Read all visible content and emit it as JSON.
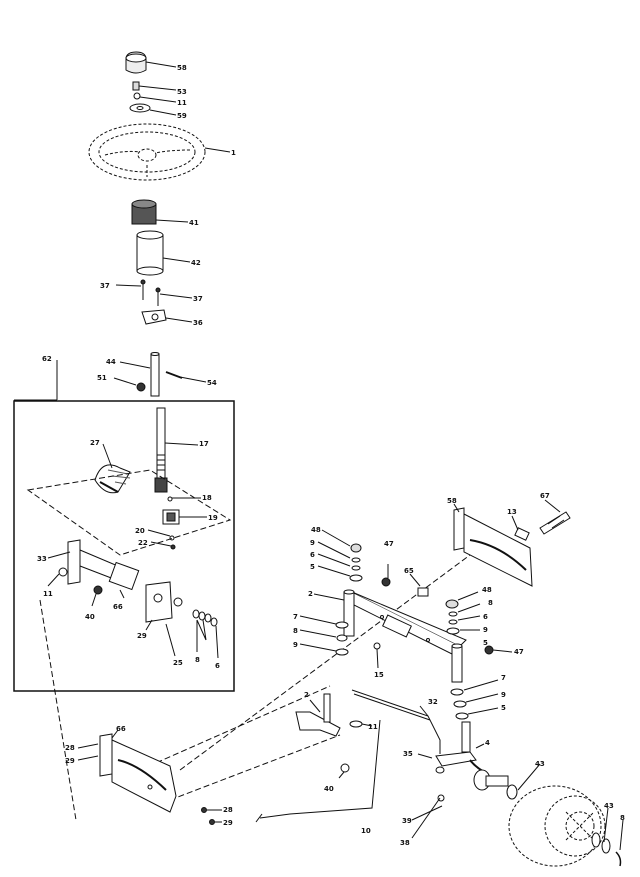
{
  "diagram": {
    "callouts": [
      {
        "id": "c-58-cap",
        "text": "58"
      },
      {
        "id": "c-53",
        "text": "53"
      },
      {
        "id": "c-11-top",
        "text": "11"
      },
      {
        "id": "c-59",
        "text": "59"
      },
      {
        "id": "c-1",
        "text": "1"
      },
      {
        "id": "c-41",
        "text": "41"
      },
      {
        "id": "c-42",
        "text": "42"
      },
      {
        "id": "c-37-left",
        "text": "37"
      },
      {
        "id": "c-37-right",
        "text": "37"
      },
      {
        "id": "c-36",
        "text": "36"
      },
      {
        "id": "c-62",
        "text": "62"
      },
      {
        "id": "c-44",
        "text": "44"
      },
      {
        "id": "c-51",
        "text": "51"
      },
      {
        "id": "c-54",
        "text": "54"
      },
      {
        "id": "c-27",
        "text": "27"
      },
      {
        "id": "c-17",
        "text": "17"
      },
      {
        "id": "c-18",
        "text": "18"
      },
      {
        "id": "c-19",
        "text": "19"
      },
      {
        "id": "c-20",
        "text": "20"
      },
      {
        "id": "c-22",
        "text": "22"
      },
      {
        "id": "c-33",
        "text": "33"
      },
      {
        "id": "c-11-box",
        "text": "11"
      },
      {
        "id": "c-40-box",
        "text": "40"
      },
      {
        "id": "c-66-box",
        "text": "66"
      },
      {
        "id": "c-29-box",
        "text": "29"
      },
      {
        "id": "c-25",
        "text": "25"
      },
      {
        "id": "c-8-box",
        "text": "8"
      },
      {
        "id": "c-6-box",
        "text": "6"
      },
      {
        "id": "c-48-left",
        "text": "48"
      },
      {
        "id": "c-9-a",
        "text": "9"
      },
      {
        "id": "c-6-a",
        "text": "6"
      },
      {
        "id": "c-5-a",
        "text": "5"
      },
      {
        "id": "c-47-top",
        "text": "47"
      },
      {
        "id": "c-65",
        "text": "65"
      },
      {
        "id": "c-2-top",
        "text": "2"
      },
      {
        "id": "c-7-left",
        "text": "7"
      },
      {
        "id": "c-8-left",
        "text": "8"
      },
      {
        "id": "c-9-left",
        "text": "9"
      },
      {
        "id": "c-15",
        "text": "15"
      },
      {
        "id": "c-58-bracket",
        "text": "58"
      },
      {
        "id": "c-13",
        "text": "13"
      },
      {
        "id": "c-67",
        "text": "67"
      },
      {
        "id": "c-48-right",
        "text": "48"
      },
      {
        "id": "c-8-right",
        "text": "8"
      },
      {
        "id": "c-6-right",
        "text": "6"
      },
      {
        "id": "c-9-right",
        "text": "9"
      },
      {
        "id": "c-5-right",
        "text": "5"
      },
      {
        "id": "c-47-right",
        "text": "47"
      },
      {
        "id": "c-7-right",
        "text": "7"
      },
      {
        "id": "c-9-right2",
        "text": "9"
      },
      {
        "id": "c-5-right2",
        "text": "5"
      },
      {
        "id": "c-2-bottom",
        "text": "2"
      },
      {
        "id": "c-11-bottom",
        "text": "11"
      },
      {
        "id": "c-32",
        "text": "32"
      },
      {
        "id": "c-35",
        "text": "35"
      },
      {
        "id": "c-4",
        "text": "4"
      },
      {
        "id": "c-43-top",
        "text": "43"
      },
      {
        "id": "c-40-bottom",
        "text": "40"
      },
      {
        "id": "c-10",
        "text": "10"
      },
      {
        "id": "c-39",
        "text": "39"
      },
      {
        "id": "c-38",
        "text": "38"
      },
      {
        "id": "c-43-right",
        "text": "43"
      },
      {
        "id": "c-8-bottom",
        "text": "8"
      },
      {
        "id": "c-66-bottom",
        "text": "66"
      },
      {
        "id": "c-28-top",
        "text": "28"
      },
      {
        "id": "c-29-bottom",
        "text": "29"
      },
      {
        "id": "c-28-right",
        "text": "28"
      },
      {
        "id": "c-29-right",
        "text": "29"
      }
    ]
  }
}
